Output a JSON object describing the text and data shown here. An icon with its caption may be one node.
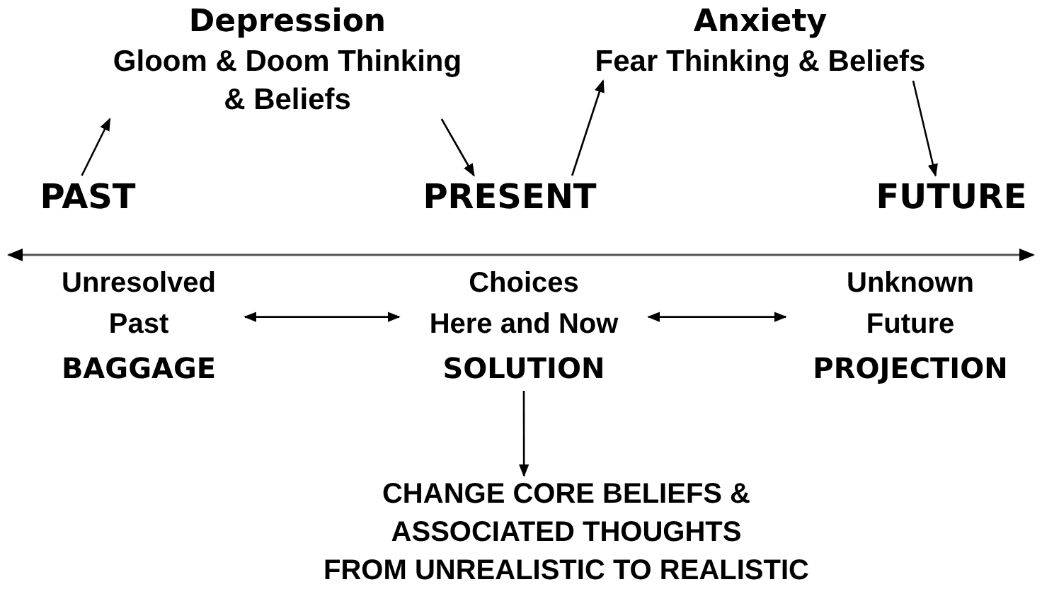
{
  "diagram": {
    "nodes": [
      {
        "text": [
          "Depression",
          "Gloom & Doom Thinking & Beliefs"
        ]
      },
      {
        "text": [
          "Anxiety",
          "Fear Thinking & Beliefs"
        ]
      },
      {
        "text": [
          "PAST"
        ]
      },
      {
        "text": [
          "PRESENT"
        ]
      },
      {
        "text": [
          "FUTURE"
        ]
      },
      {
        "text": [
          "Unresolved Past",
          "BAGGAGE"
        ]
      },
      {
        "text": [
          "Choices Here and Now",
          "SOLUTION"
        ]
      },
      {
        "text": [
          "Unknown Future",
          "PROJECTION"
        ]
      },
      {
        "text": [
          "CHANGE CORE BELIEFS & ASSOCIATED THOUGHTS FROM UNREALISTIC TO REALISTIC"
        ]
      }
    ],
    "edges": [
      {
        "from": 2,
        "to": 0,
        "arrow": "to"
      },
      {
        "from": 0,
        "to": 3,
        "arrow": "to"
      },
      {
        "from": 3,
        "to": 1,
        "arrow": "to"
      },
      {
        "from": 1,
        "to": 4,
        "arrow": "to"
      },
      {
        "from": 5,
        "to": 6,
        "arrow": "both"
      },
      {
        "from": 6,
        "to": 7,
        "arrow": "both"
      },
      {
        "from": 6,
        "to": 8,
        "arrow": "to"
      }
    ]
  }
}
